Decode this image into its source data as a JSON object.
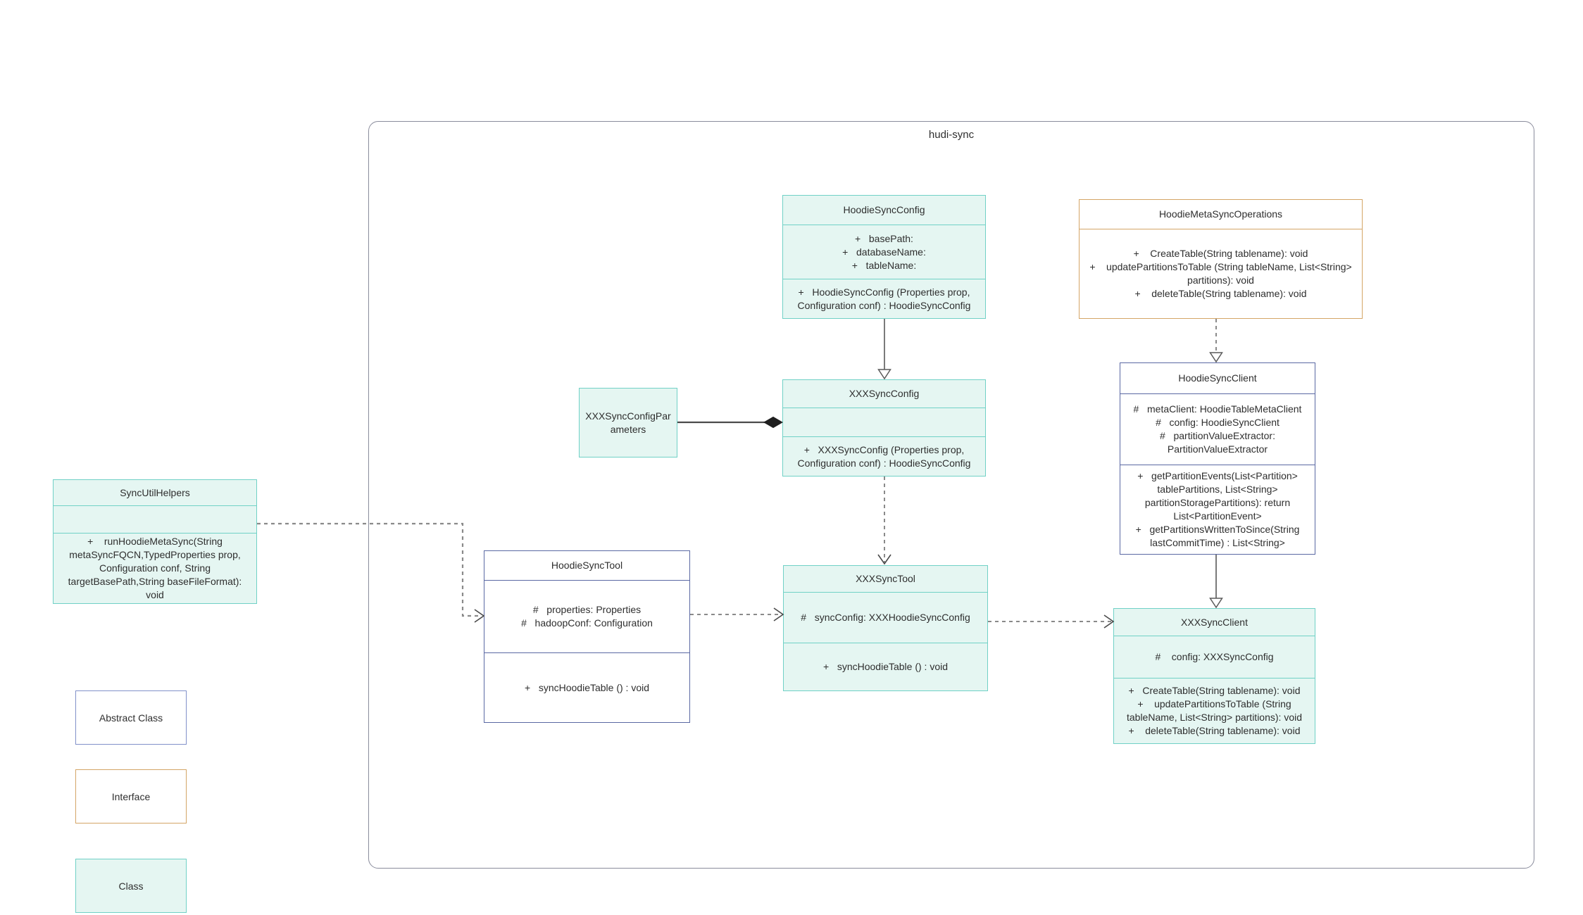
{
  "package": {
    "label": "hudi-sync"
  },
  "classes": {
    "hoodie_sync_config": {
      "title": "HoodieSyncConfig",
      "attrs": [
        "+   basePath:",
        "+   databaseName:",
        "+   tableName:"
      ],
      "methods": [
        "+   HoodieSyncConfig (Properties prop, Configuration conf) : HoodieSyncConfig"
      ]
    },
    "hoodie_meta_sync_operations": {
      "title": "HoodieMetaSyncOperations",
      "methods": [
        "+    CreateTable(String tablename): void",
        "+    updatePartitionsToTable (String tableName, List<String> partitions): void",
        "+    deleteTable(String tablename): void"
      ]
    },
    "xxx_sync_config_parameters": {
      "title": "XXXSyncConfigParameters"
    },
    "xxx_sync_config": {
      "title": "XXXSyncConfig",
      "methods": [
        "+   XXXSyncConfig (Properties prop, Configuration conf) : HoodieSyncConfig"
      ]
    },
    "hoodie_sync_client": {
      "title": "HoodieSyncClient",
      "attrs": [
        "#   metaClient: HoodieTableMetaClient",
        "#   config: HoodieSyncClient",
        "#   partitionValueExtractor: PartitionValueExtractor"
      ],
      "methods": [
        "+   getPartitionEvents(List<Partition> tablePartitions, List<String> partitionStoragePartitions): return List<PartitionEvent>",
        "+   getPartitionsWrittenToSince(String lastCommitTime) : List<String>"
      ]
    },
    "sync_util_helpers": {
      "title": "SyncUtilHelpers",
      "methods": [
        "+    runHoodieMetaSync(String metaSyncFQCN,TypedProperties prop, Configuration conf, String targetBasePath,String baseFileFormat): void"
      ]
    },
    "hoodie_sync_tool": {
      "title": "HoodieSyncTool",
      "attrs": [
        "#   properties: Properties",
        "#   hadoopConf: Configuration"
      ],
      "methods": [
        "+   syncHoodieTable () : void"
      ]
    },
    "xxx_sync_tool": {
      "title": "XXXSyncTool",
      "attrs": [
        "#   syncConfig: XXXHoodieSyncConfig"
      ],
      "methods": [
        "+   syncHoodieTable () : void"
      ]
    },
    "xxx_sync_client": {
      "title": "XXXSyncClient",
      "attrs": [
        "#    config: XXXSyncConfig"
      ],
      "methods": [
        "+   CreateTable(String tablename): void",
        "+    updatePartitionsToTable (String tableName, List<String> partitions): void",
        "+    deleteTable(String tablename): void"
      ]
    }
  },
  "legend": {
    "items": [
      {
        "label": "Abstract Class",
        "type": "abstract"
      },
      {
        "label": "Interface",
        "type": "interface"
      },
      {
        "label": "Class",
        "type": "class"
      }
    ]
  },
  "colors": {
    "class_fill": "#e5f6f2",
    "class_border": "#70d1c6",
    "interface_border": "#d4a566",
    "abstract_border": "#5a68a3",
    "legend_abstract_border": "#8191c9",
    "container_border": "#8a8c9c",
    "connector": "#767676",
    "text": "#2e2e2e"
  }
}
